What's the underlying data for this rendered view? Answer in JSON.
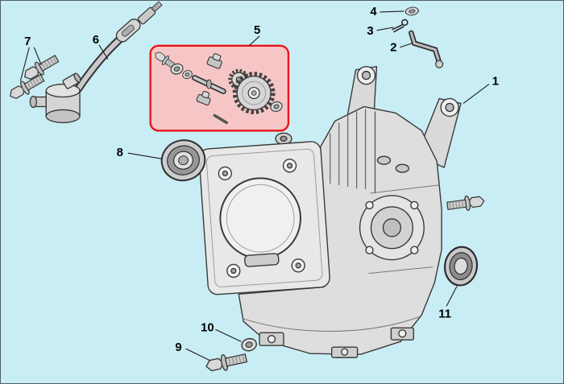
{
  "diagram": {
    "selected_part": "5"
  },
  "colors": {
    "background": "#c9edf4",
    "highlight-fill": "#f6c6c6",
    "highlight-border": "#ea1518"
  },
  "callouts": [
    {
      "label": "1"
    },
    {
      "label": "2"
    },
    {
      "label": "3"
    },
    {
      "label": "4"
    },
    {
      "label": "5"
    },
    {
      "label": "6"
    },
    {
      "label": "7"
    },
    {
      "label": "8"
    },
    {
      "label": "9"
    },
    {
      "label": "10"
    },
    {
      "label": "11"
    }
  ]
}
